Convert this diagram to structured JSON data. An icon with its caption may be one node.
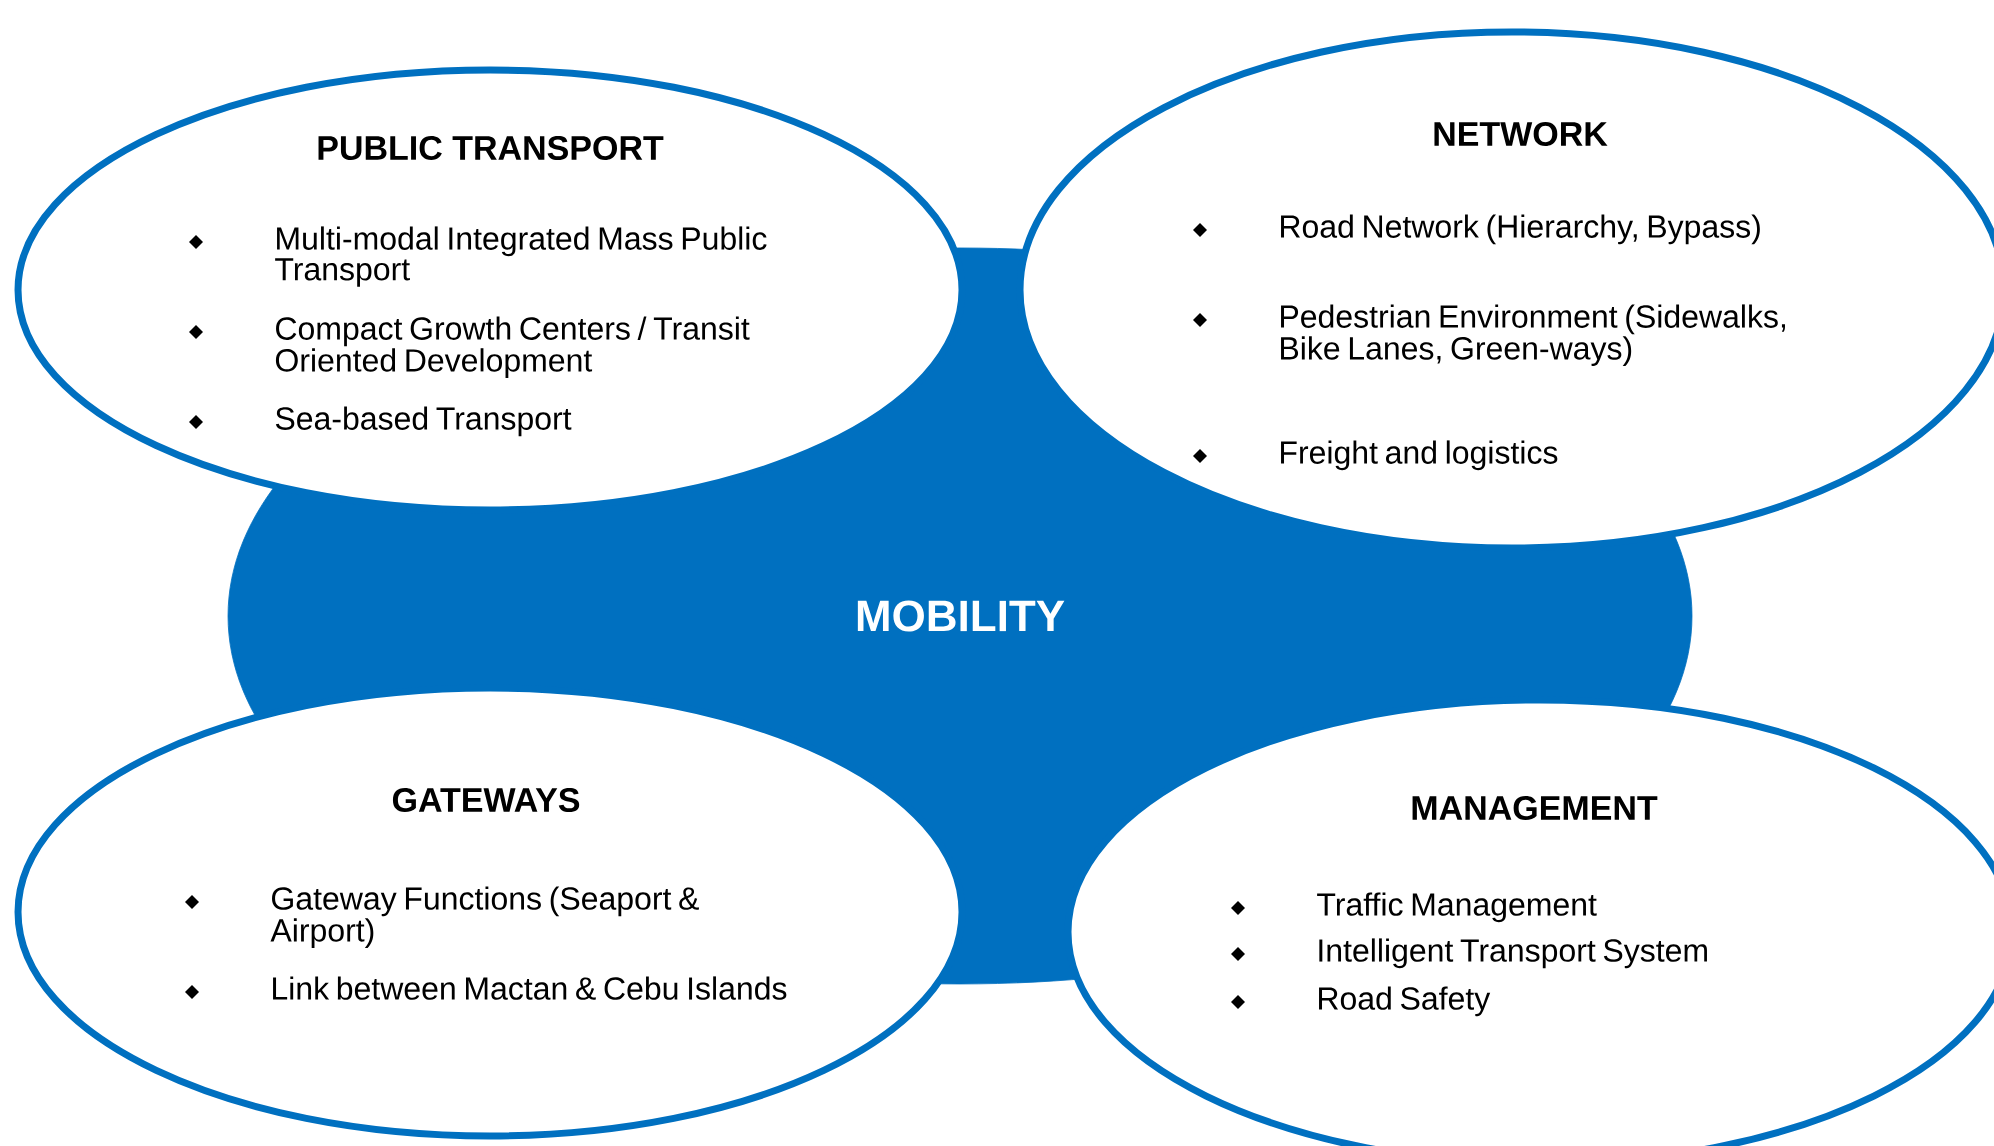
{
  "diagram": {
    "nodes": [
      {
        "text": [
          "MOBILITY"
        ]
      },
      {
        "text": [
          "PUBLIC TRANSPORT",
          "Multi-modal Integrated Mass Public Transport",
          "Compact Growth Centers / Transit Oriented Development",
          "Sea-based Transport"
        ]
      },
      {
        "text": [
          "NETWORK",
          "Road Network (Hierarchy, Bypass)",
          "Pedestrian Environment (Sidewalks, Bike Lanes, Green-ways)",
          "Freight and logistics"
        ]
      },
      {
        "text": [
          "GATEWAYS",
          "Gateway Functions (Seaport & Airport)",
          "Link between Mactan & Cebu Islands"
        ]
      },
      {
        "text": [
          "MANAGEMENT",
          "Traffic Management",
          "Intelligent Transport System",
          "Road Safety"
        ]
      }
    ]
  }
}
